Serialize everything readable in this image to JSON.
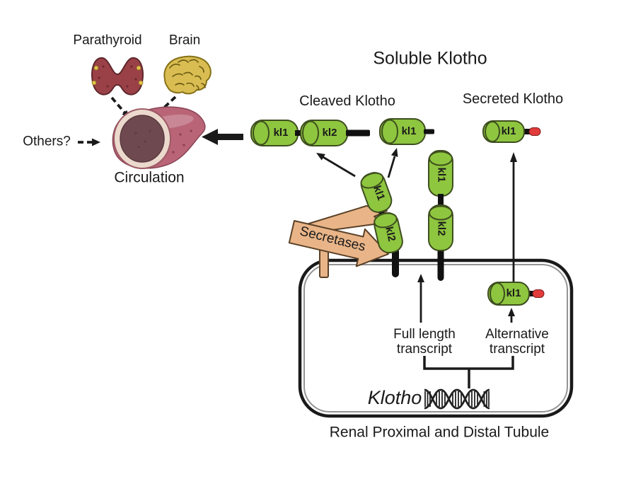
{
  "figure": {
    "title": "Soluble Klotho",
    "caption": "Renal Proximal and Distal Tubule"
  },
  "labels": {
    "parathyroid": "Parathyroid",
    "brain": "Brain",
    "others": "Others?",
    "circulation": "Circulation",
    "soluble": "Soluble Klotho",
    "cleaved": "Cleaved Klotho",
    "secreted": "Secreted Klotho",
    "secretases": "Secretases",
    "full_length_1": "Full length",
    "full_length_2": "transcript",
    "alternative_1": "Alternative",
    "alternative_2": "transcript",
    "gene": "Klotho",
    "renal": "Renal Proximal and Distal Tubule"
  },
  "cylinders": {
    "cleaved_kl1": "kl1",
    "cleaved_kl2": "kl2",
    "cleaved_kl1b": "kl1",
    "secreted_kl1": "kl1",
    "inter_kl1": "kl1",
    "inter_kl2": "kl2",
    "mem_kl1": "kl1",
    "mem_kl2": "kl2",
    "alt_kl1": "kl1"
  },
  "colors": {
    "domain_green": "#8ec63f",
    "domain_green_border": "#3e4e1e",
    "sign_tan": "#e9b588",
    "sign_border": "#5a4026",
    "red_tip": "#e23b3b",
    "vessel_pink": "#b96577",
    "vessel_lumen": "#6e4a50",
    "vessel_rim": "#ecd9ce",
    "gland_red": "#9a4147",
    "brain_yellow": "#d9bd52",
    "line_black": "#1a1a1a"
  }
}
